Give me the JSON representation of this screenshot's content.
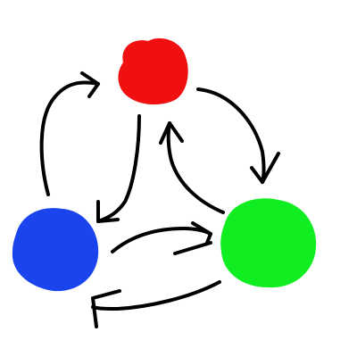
{
  "diagram": {
    "background": "#ffffff",
    "edge_color": "#000000",
    "nodes": [
      {
        "id": "red",
        "color": "#f01010"
      },
      {
        "id": "green",
        "color": "#10ee22"
      },
      {
        "id": "blue",
        "color": "#1a44ee"
      }
    ],
    "edges": [
      {
        "from": "blue",
        "to": "red"
      },
      {
        "from": "red",
        "to": "blue"
      },
      {
        "from": "red",
        "to": "green"
      },
      {
        "from": "green",
        "to": "red"
      },
      {
        "from": "blue",
        "to": "green"
      },
      {
        "from": "green",
        "to": "blue"
      }
    ]
  }
}
